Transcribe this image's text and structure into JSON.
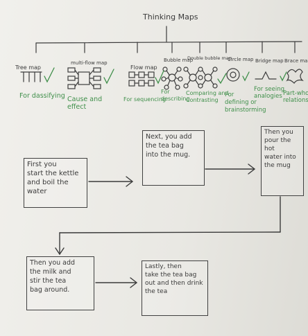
{
  "title": "Thinking Maps",
  "maps": [
    {
      "name": "Tree map",
      "use": "For dassifying"
    },
    {
      "name": "multi-flow map",
      "use": "Cause and\neffect"
    },
    {
      "name": "Flow map",
      "use": "For sequencing"
    },
    {
      "name": "Bubble map",
      "use": "For\ndescribing"
    },
    {
      "name": "Double bubble map",
      "use": "Comparing and\nContrasting"
    },
    {
      "name": "Circle map",
      "use": "For\ndefining or\nbrainstorming"
    },
    {
      "name": "Bridge map",
      "use": "For seeing\nanalogies"
    },
    {
      "name": "Brace map",
      "use": "Part-whole\nrelationship"
    }
  ],
  "steps": [
    "First you\nstart the kettle\nand boil the\nwater",
    "Next, you add\nthe tea bag\ninto the mug.",
    "Then you\npour the hot\nwater into\nthe mug",
    "Then you add\nthe milk and\nstir the tea\nbag around.",
    "Lastly, then\ntake the tea bag\nout and then drink\nthe tea"
  ],
  "colors": {
    "ink": "#3a3a3a",
    "green": "#3f8f4a",
    "paper": "#eeede8"
  }
}
